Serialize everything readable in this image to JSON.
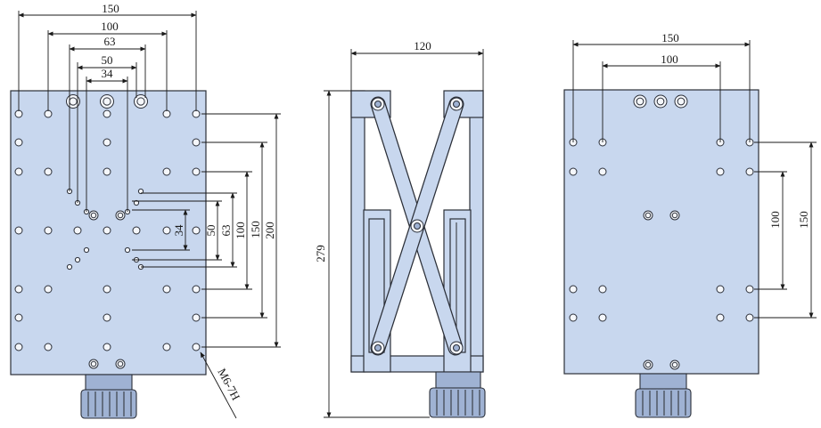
{
  "front_view": {
    "dims_horizontal": [
      "150",
      "100",
      "63",
      "50",
      "34"
    ],
    "dims_vertical": [
      "34",
      "50",
      "63",
      "100",
      "150",
      "200"
    ],
    "callout": "M6-7H"
  },
  "side_view": {
    "width_label": "120",
    "height_label": "279"
  },
  "back_view": {
    "dims_horizontal": [
      "150",
      "100"
    ],
    "dims_vertical": [
      "100",
      "150"
    ]
  }
}
